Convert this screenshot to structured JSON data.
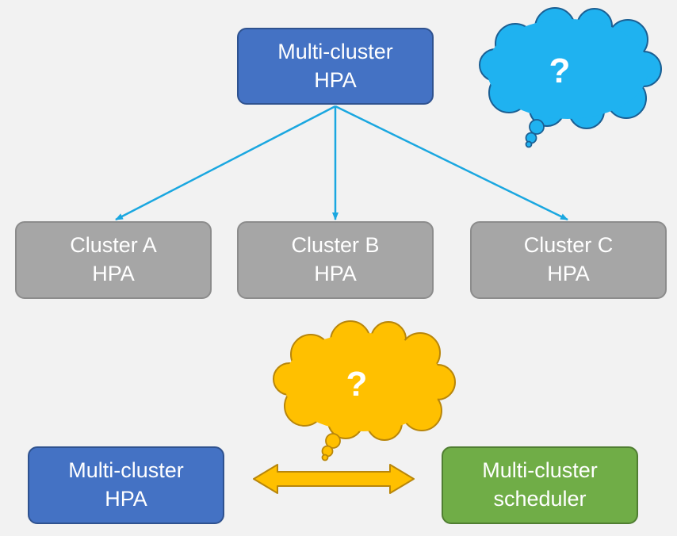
{
  "top_box": {
    "line1": "Multi-cluster",
    "line2": "HPA"
  },
  "clusters": [
    {
      "line1": "Cluster A",
      "line2": "HPA"
    },
    {
      "line1": "Cluster B",
      "line2": "HPA"
    },
    {
      "line1": "Cluster C",
      "line2": "HPA"
    }
  ],
  "bottom_left_box": {
    "line1": "Multi-cluster",
    "line2": "HPA"
  },
  "bottom_right_box": {
    "line1": "Multi-cluster",
    "line2": "scheduler"
  },
  "thought_bubble_blue": {
    "text": "?"
  },
  "thought_bubble_yellow": {
    "text": "?"
  },
  "colors": {
    "background": "#f2f2f2",
    "blue_box": "#4472c4",
    "grey_box": "#a6a6a6",
    "green_box": "#70ad47",
    "arrow": "#1aa7e0",
    "blue_cloud": "#1fb2f0",
    "yellow_cloud": "#ffc000"
  }
}
